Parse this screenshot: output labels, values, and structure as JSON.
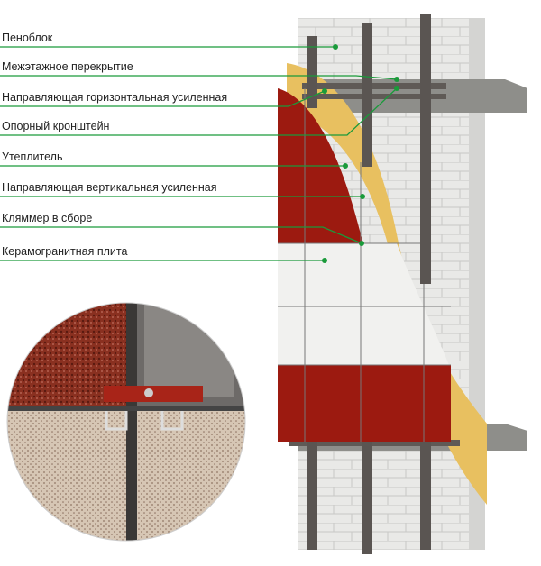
{
  "labels": [
    "Пеноблок",
    "Межэтажное перекрытие",
    "Направляющая горизонтальная усиленная",
    "Опорный кронштейн",
    "Утеплитель",
    "Направляющая вертикальная усиленная",
    "Кляммер в сборе",
    "Керамогранитная плита"
  ],
  "colors": {
    "leader": "#1a9a3a",
    "tile_red": "#9c1a10",
    "insulation": "#e8c060",
    "rail": "#5a5552",
    "block": "#e6e6e4"
  }
}
